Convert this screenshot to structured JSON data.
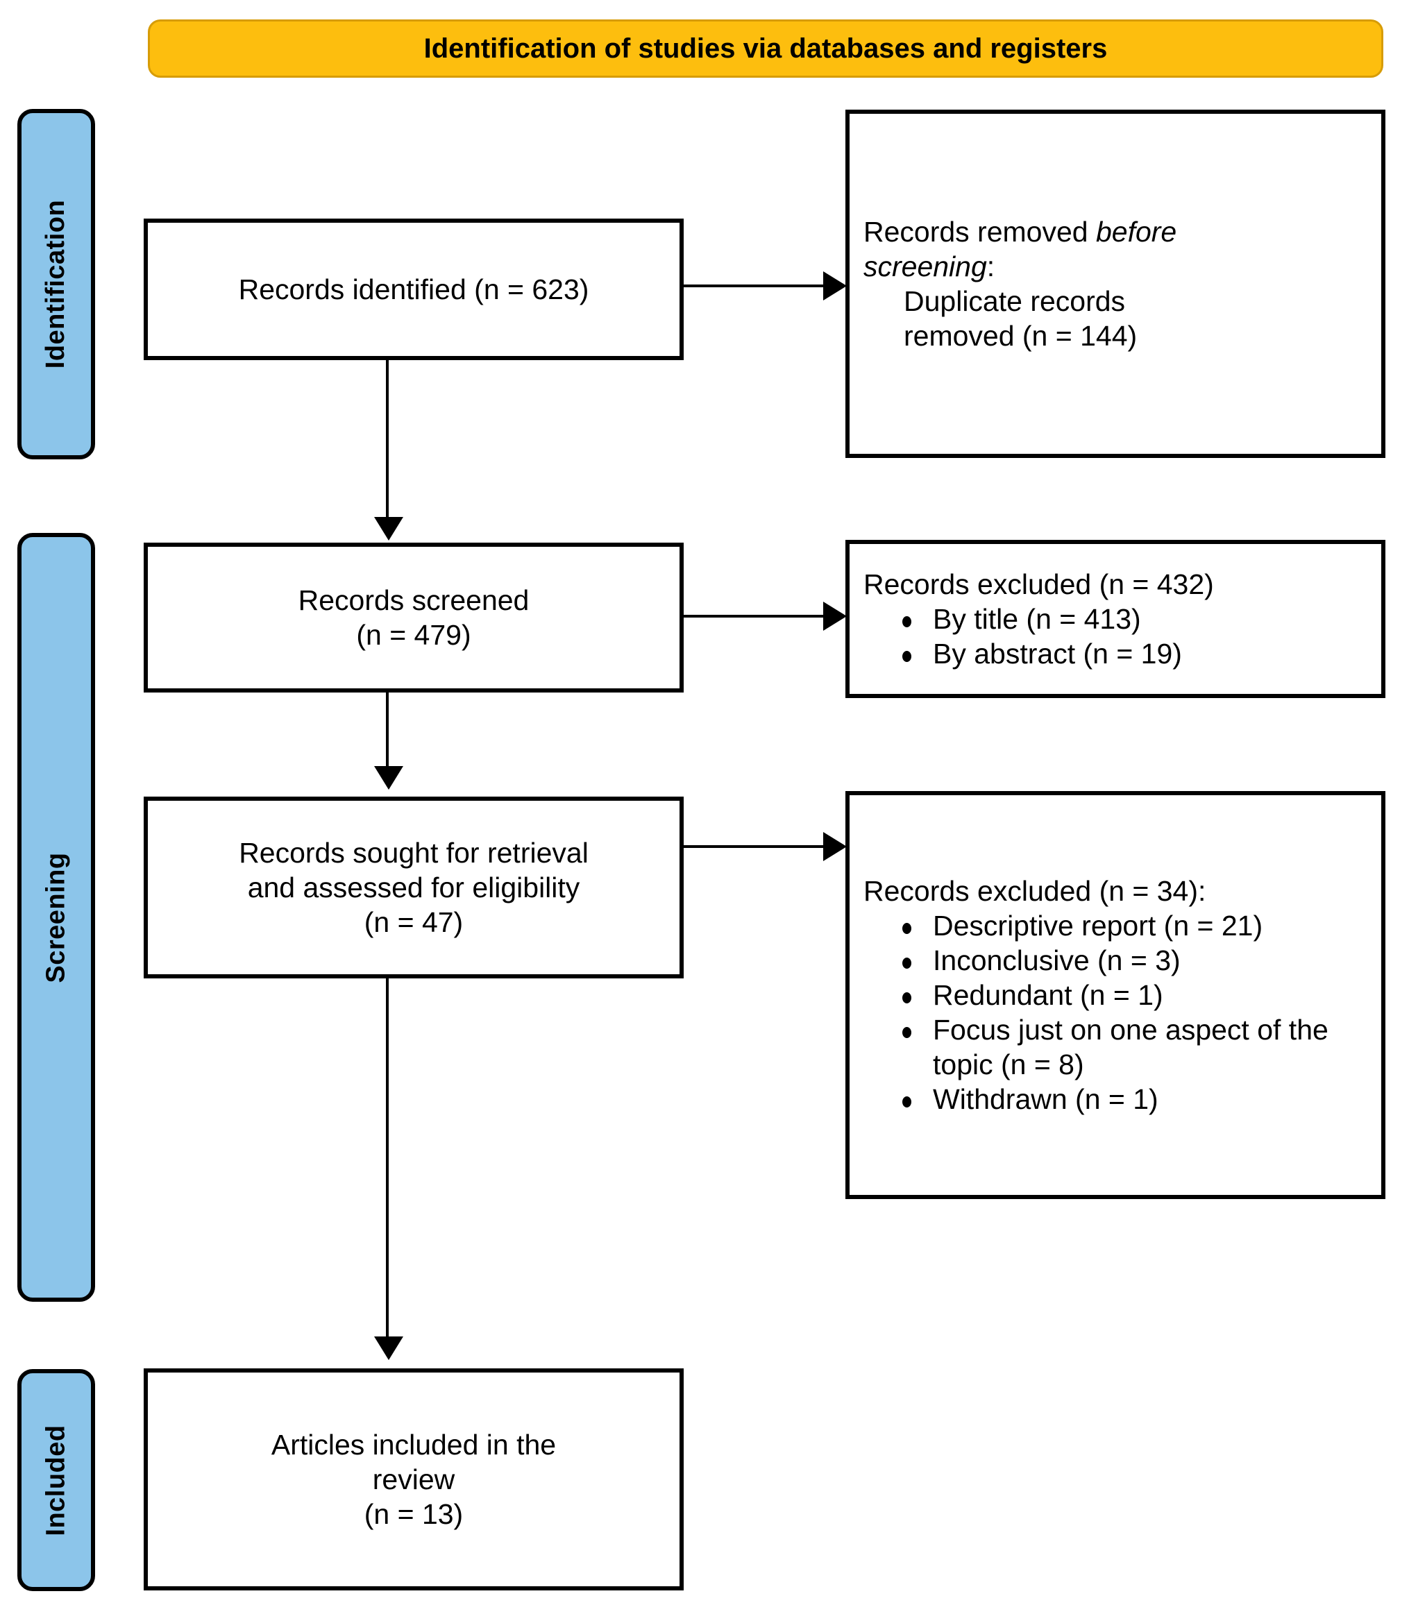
{
  "banner": {
    "title": "Identification of studies via databases and registers",
    "bg_color": "#FDBE0E",
    "border_color": "#D79C07"
  },
  "stages": {
    "color": "#8CC5EA",
    "identification": "Identification",
    "screening": "Screening",
    "included": "Included"
  },
  "boxes": {
    "records_identified": {
      "line1": "Records identified (n = 623)"
    },
    "records_removed": {
      "line1_pre": "Records removed ",
      "line1_italic": "before",
      "line2_italic": "screening",
      "line2_post": ":",
      "line3": "Duplicate records",
      "line4": "removed (n = 144)"
    },
    "records_screened": {
      "line1": "Records screened",
      "line2": "(n = 479)"
    },
    "records_excluded_screen": {
      "heading": "Records excluded (n = 432)",
      "bullets": [
        "By title (n = 413)",
        "By abstract (n = 19)"
      ]
    },
    "records_sought": {
      "line1": "Records sought for retrieval",
      "line2": "and assessed for eligibility",
      "line3": "(n = 47)"
    },
    "records_excluded_eligibility": {
      "heading": "Records excluded (n = 34):",
      "bullets": [
        "Descriptive report (n = 21)",
        "Inconclusive (n = 3)",
        "Redundant (n = 1)",
        "Focus just on one aspect of the topic (n = 8)",
        "Withdrawn (n = 1)"
      ]
    },
    "articles_included": {
      "line1": "Articles included in the",
      "line2": "review",
      "line3": "(n = 13)"
    }
  },
  "chart_data": {
    "type": "diagram",
    "title": "Identification of studies via databases and registers",
    "flow": [
      {
        "stage": "Identification",
        "node": "Records identified",
        "n": 623
      },
      {
        "stage": "Identification",
        "node": "Duplicate records removed before screening",
        "n": 144
      },
      {
        "stage": "Screening",
        "node": "Records screened",
        "n": 479
      },
      {
        "stage": "Screening",
        "node": "Records excluded",
        "n": 432,
        "breakdown": [
          {
            "reason": "By title",
            "n": 413
          },
          {
            "reason": "By abstract",
            "n": 19
          }
        ]
      },
      {
        "stage": "Screening",
        "node": "Records sought for retrieval and assessed for eligibility",
        "n": 47
      },
      {
        "stage": "Screening",
        "node": "Records excluded",
        "n": 34,
        "breakdown": [
          {
            "reason": "Descriptive report",
            "n": 21
          },
          {
            "reason": "Inconclusive",
            "n": 3
          },
          {
            "reason": "Redundant",
            "n": 1
          },
          {
            "reason": "Focus just on one aspect of the topic",
            "n": 8
          },
          {
            "reason": "Withdrawn",
            "n": 1
          }
        ]
      },
      {
        "stage": "Included",
        "node": "Articles included in the review",
        "n": 13
      }
    ]
  }
}
